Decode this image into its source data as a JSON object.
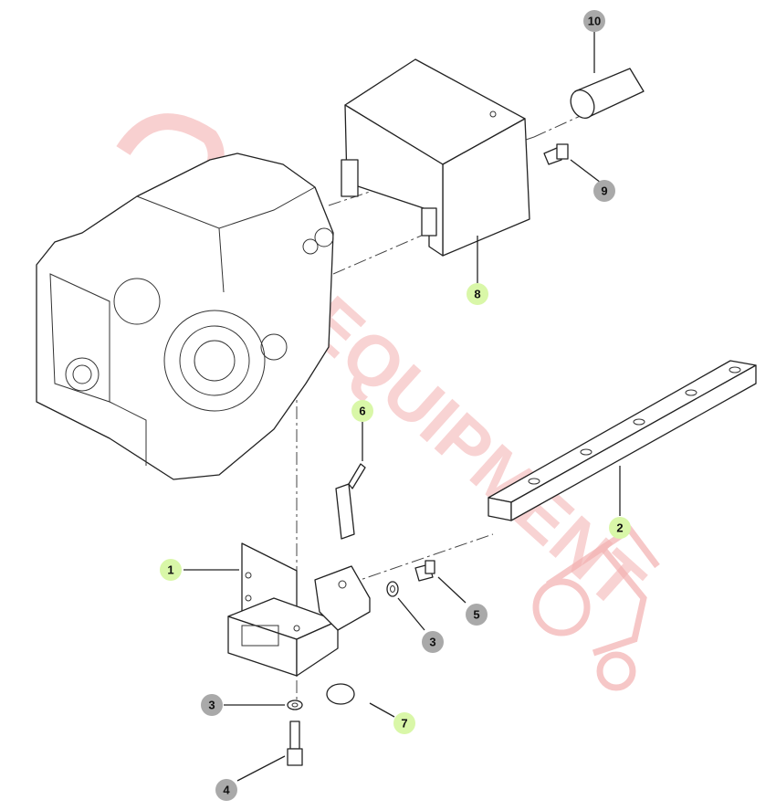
{
  "watermark": {
    "text": "EQUIPMENT",
    "color": "#f3b0b0"
  },
  "callouts": [
    {
      "id": "callout-10",
      "label": "10",
      "color": "#a9a9a9"
    },
    {
      "id": "callout-9",
      "label": "9",
      "color": "#a9a9a9"
    },
    {
      "id": "callout-8",
      "label": "8",
      "color": "#d9f7a8"
    },
    {
      "id": "callout-6",
      "label": "6",
      "color": "#d9f7a8"
    },
    {
      "id": "callout-2",
      "label": "2",
      "color": "#d9f7a8"
    },
    {
      "id": "callout-1",
      "label": "1",
      "color": "#d9f7a8"
    },
    {
      "id": "callout-5",
      "label": "5",
      "color": "#a9a9a9"
    },
    {
      "id": "callout-3a",
      "label": "3",
      "color": "#a9a9a9"
    },
    {
      "id": "callout-3b",
      "label": "3",
      "color": "#a9a9a9"
    },
    {
      "id": "callout-7",
      "label": "7",
      "color": "#d9f7a8"
    },
    {
      "id": "callout-4",
      "label": "4",
      "color": "#a9a9a9"
    }
  ]
}
